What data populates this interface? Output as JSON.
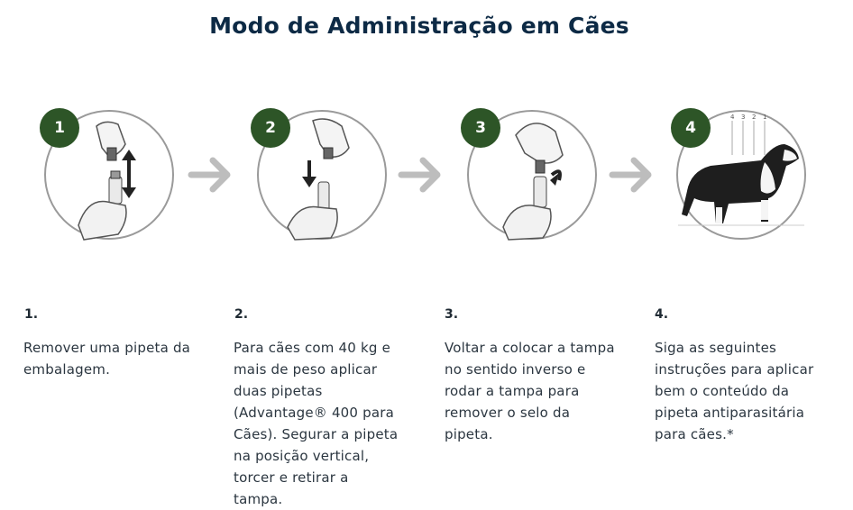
{
  "title": "Modo de Administração em Cães",
  "steps": [
    {
      "badge": "1",
      "number": "1.",
      "text": "Remover uma pipeta da embalagem.",
      "icon": "remove-pipette-illustration"
    },
    {
      "badge": "2",
      "number": "2.",
      "text": "Para cães com 40 kg e mais de peso aplicar duas pipetas (Advantage® 400 para Cães). Segurar a pipeta na posição vertical, torcer e retirar a tampa.",
      "icon": "twist-cap-illustration"
    },
    {
      "badge": "3",
      "number": "3.",
      "text": "Voltar a colocar a tampa no sentido inverso e rodar a tampa para remover o selo da pipeta.",
      "icon": "reverse-cap-illustration"
    },
    {
      "badge": "4",
      "number": "4.",
      "text": "Siga as seguintes instruções para aplicar bem o conteúdo da pipeta antiparasitária para cães.*",
      "icon": "dog-illustration"
    }
  ],
  "dog_markers": [
    "4",
    "3",
    "2",
    "1"
  ],
  "colors": {
    "badge": "#2d5527",
    "title": "#0d2a45",
    "arrow": "#bdbdbd",
    "circle": "#9a9a9a"
  }
}
